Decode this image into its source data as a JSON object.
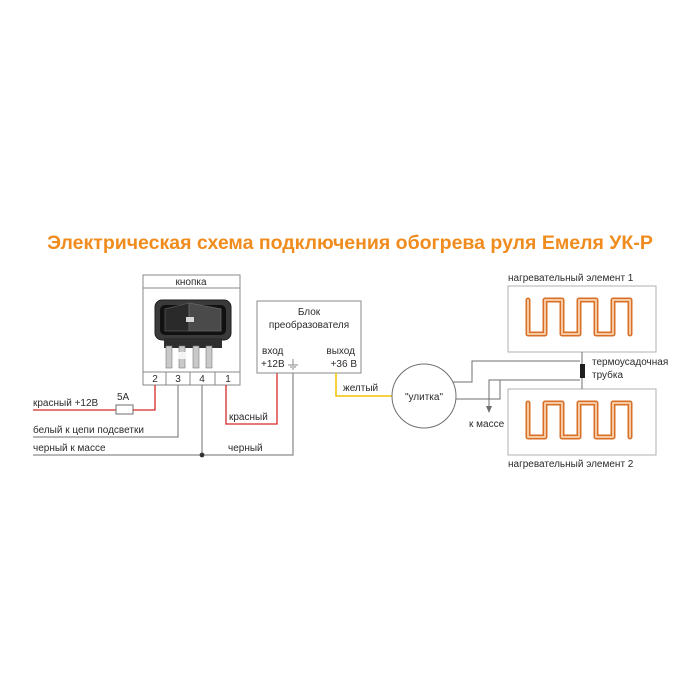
{
  "title": "Электрическая схема подключения обогрева руля Емеля УК-Р",
  "button": {
    "label": "кнопка",
    "pins": [
      "2",
      "3",
      "4",
      "1"
    ]
  },
  "converter": {
    "title_line1": "Блок",
    "title_line2": "преобразователя",
    "input_label": "вход",
    "input_value": "+12В",
    "output_label": "выход",
    "output_value": "+36 В"
  },
  "wires": {
    "red_12v": "красный +12В",
    "fuse": "5А",
    "white": "белый к цепи подсветки",
    "black_ground": "черный к массе",
    "red": "красный",
    "black": "черный",
    "yellow": "желтый"
  },
  "snail": "\"улитка\"",
  "ground": "к массе",
  "heater1": "нагревательный элемент 1",
  "heater2": "нагревательный элемент 2",
  "shrink_line1": "термоусадочная",
  "shrink_line2": "трубка",
  "colors": {
    "title": "#f08c1e",
    "red_wire": "#d62828",
    "yellow_wire": "#f2c100",
    "heater": "#d9702a"
  }
}
